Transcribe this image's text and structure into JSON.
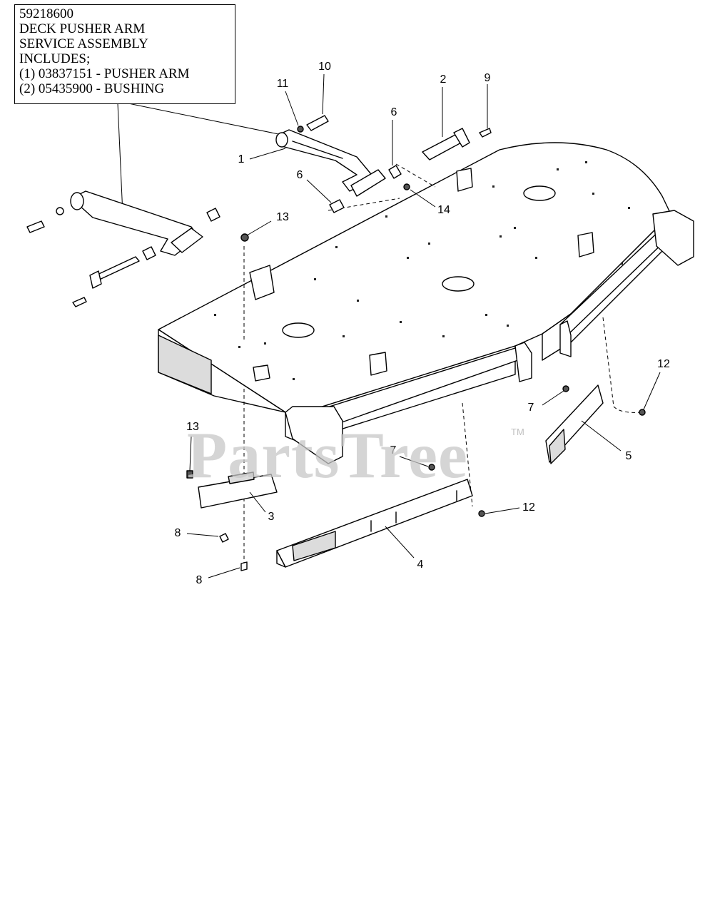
{
  "service_note": {
    "lines": [
      "59218600",
      "DECK PUSHER ARM",
      "SERVICE ASSEMBLY",
      "INCLUDES;",
      "(1) 03837151 - PUSHER ARM",
      "(2) 05435900 - BUSHING"
    ]
  },
  "callouts": [
    {
      "id": "c10",
      "label": "10"
    },
    {
      "id": "c11",
      "label": "11"
    },
    {
      "id": "c2",
      "label": "2"
    },
    {
      "id": "c9",
      "label": "9"
    },
    {
      "id": "c6a",
      "label": "6"
    },
    {
      "id": "c1",
      "label": "1"
    },
    {
      "id": "c6b",
      "label": "6"
    },
    {
      "id": "c14",
      "label": "14"
    },
    {
      "id": "c13a",
      "label": "13"
    },
    {
      "id": "c12a",
      "label": "12"
    },
    {
      "id": "c7a",
      "label": "7"
    },
    {
      "id": "c5",
      "label": "5"
    },
    {
      "id": "c13b",
      "label": "13"
    },
    {
      "id": "c7b",
      "label": "7"
    },
    {
      "id": "c12b",
      "label": "12"
    },
    {
      "id": "c3",
      "label": "3"
    },
    {
      "id": "c8a",
      "label": "8"
    },
    {
      "id": "c4",
      "label": "4"
    },
    {
      "id": "c8b",
      "label": "8"
    }
  ],
  "watermark": {
    "text": "PartsTree",
    "trademark": "TM"
  }
}
